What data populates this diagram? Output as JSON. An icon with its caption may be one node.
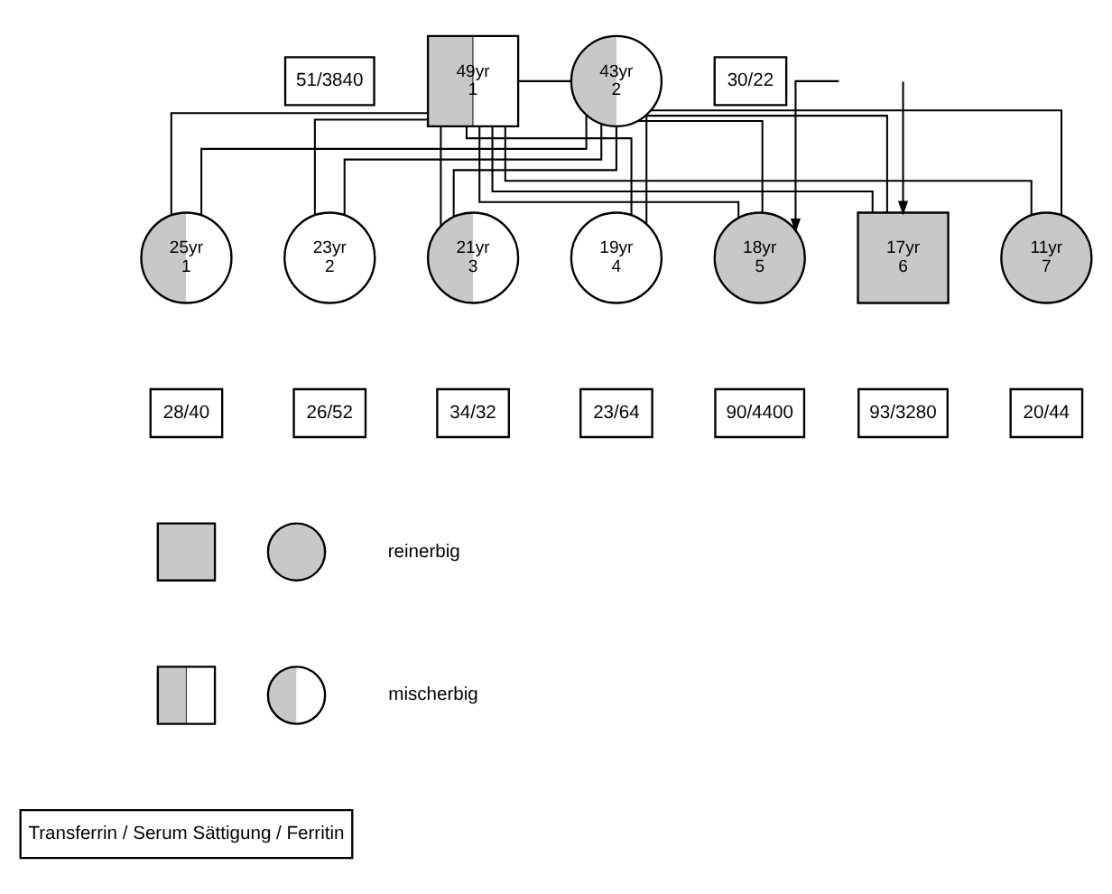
{
  "diagram": {
    "nodes": [
      {
        "text": [
          "49yr",
          "1"
        ]
      },
      {
        "text": [
          "43yr",
          "2"
        ]
      },
      {
        "text": [
          "51/3840"
        ]
      },
      {
        "text": [
          "30/22"
        ]
      },
      {
        "text": [
          "25yr",
          "1"
        ]
      },
      {
        "text": [
          "23yr",
          "2"
        ]
      },
      {
        "text": [
          "21yr",
          "3"
        ]
      },
      {
        "text": [
          "19yr",
          "4"
        ]
      },
      {
        "text": [
          "18yr",
          "5"
        ]
      },
      {
        "text": [
          "17yr",
          "6"
        ]
      },
      {
        "text": [
          "11yr",
          "7"
        ]
      },
      {
        "text": [
          "28/40"
        ]
      },
      {
        "text": [
          "26/52"
        ]
      },
      {
        "text": [
          "34/32"
        ]
      },
      {
        "text": [
          "23/64"
        ]
      },
      {
        "text": [
          "90/4400"
        ]
      },
      {
        "text": [
          "93/3280"
        ]
      },
      {
        "text": [
          "20/44"
        ]
      },
      {
        "text": [],
        "shape": "box"
      },
      {
        "text": [],
        "shape": "circle"
      },
      {
        "text": [],
        "shape": "box"
      },
      {
        "text": [],
        "shape": "circle"
      },
      {
        "text": [
          "Transferrin / Serum Sättigung / Ferritin"
        ]
      }
    ],
    "edges": [
      {
        "from": 0,
        "to": 1,
        "arrow": "none"
      },
      {
        "from": 0,
        "to": 4,
        "arrow": "none"
      },
      {
        "from": 1,
        "to": 4,
        "arrow": "none"
      },
      {
        "from": 0,
        "to": 5,
        "arrow": "none"
      },
      {
        "from": 1,
        "to": 5,
        "arrow": "none"
      },
      {
        "from": 0,
        "to": 6,
        "arrow": "none"
      },
      {
        "from": 1,
        "to": 6,
        "arrow": "none"
      },
      {
        "from": 0,
        "to": 7,
        "arrow": "none"
      },
      {
        "from": 1,
        "to": 7,
        "arrow": "none"
      },
      {
        "from": 0,
        "to": 8,
        "arrow": "none"
      },
      {
        "from": 1,
        "to": 8,
        "arrow": "none"
      },
      {
        "from": 0,
        "to": 9,
        "arrow": "none"
      },
      {
        "from": 1,
        "to": 9,
        "arrow": "none"
      },
      {
        "from": 0,
        "to": 10,
        "arrow": "none"
      },
      {
        "from": 1,
        "to": 10,
        "arrow": "none"
      },
      {
        "from": null,
        "to": 8,
        "arrow": "to"
      },
      {
        "from": null,
        "to": 9,
        "arrow": "to"
      }
    ],
    "legend": [
      {
        "text": "reinerbig"
      },
      {
        "text": "mischerbig"
      }
    ]
  }
}
